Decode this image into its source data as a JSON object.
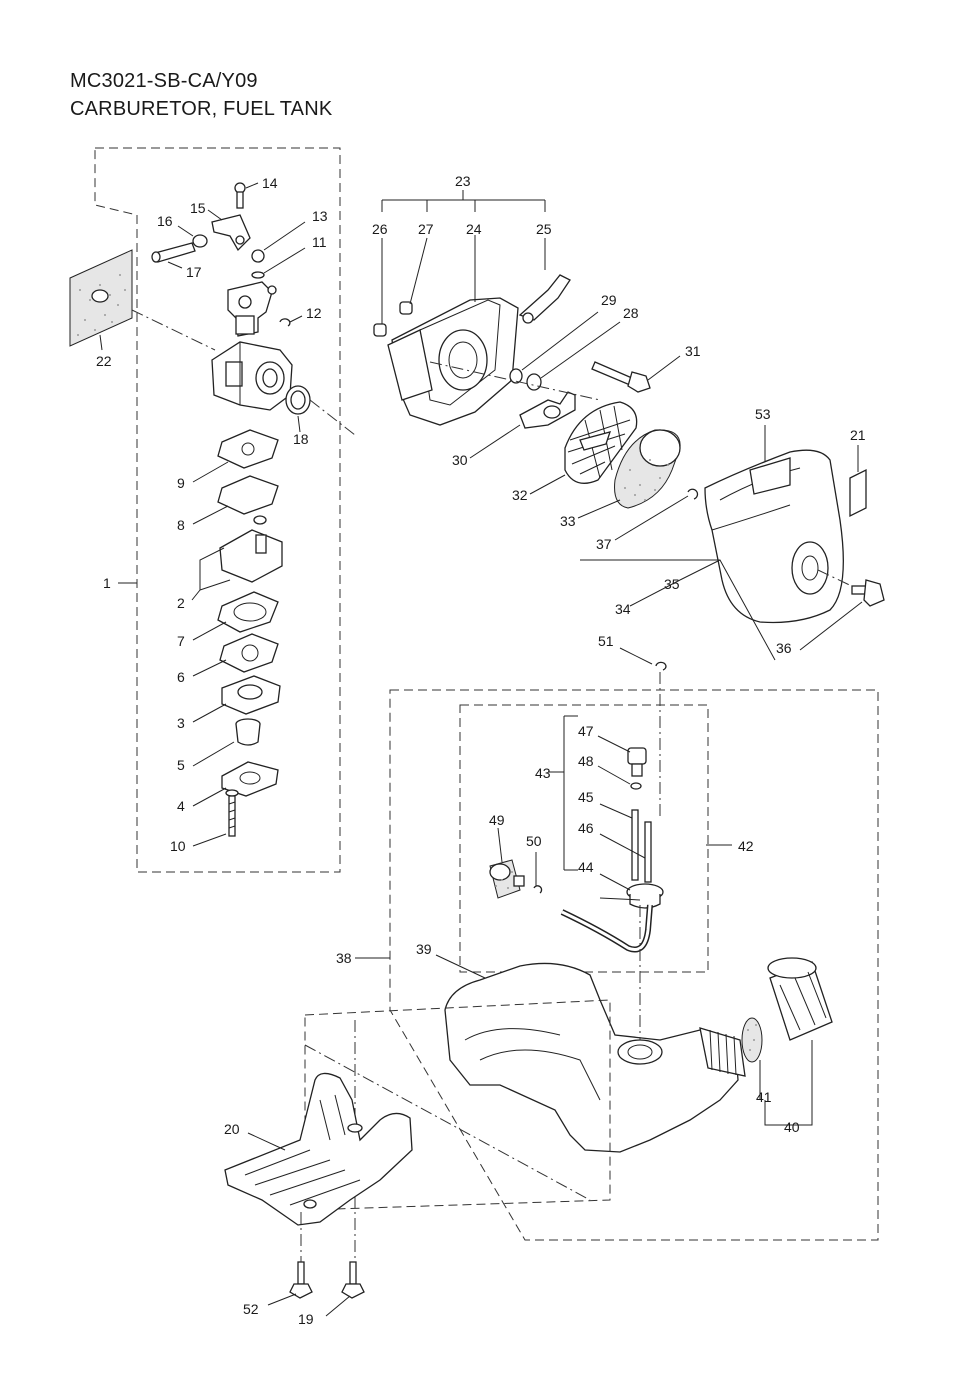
{
  "header": {
    "model": "MC3021-SB-CA/Y09",
    "section": "CARBURETOR, FUEL TANK"
  },
  "callouts": {
    "c1": "1",
    "c2": "2",
    "c3": "3",
    "c4": "4",
    "c5": "5",
    "c6": "6",
    "c7": "7",
    "c8": "8",
    "c9": "9",
    "c10": "10",
    "c11": "11",
    "c12": "12",
    "c13": "13",
    "c14": "14",
    "c15": "15",
    "c16": "16",
    "c17": "17",
    "c18": "18",
    "c19": "19",
    "c20": "20",
    "c21": "21",
    "c22": "22",
    "c23": "23",
    "c24": "24",
    "c25": "25",
    "c26": "26",
    "c27": "27",
    "c28": "28",
    "c29": "29",
    "c30": "30",
    "c31": "31",
    "c32": "32",
    "c33": "33",
    "c34": "34",
    "c35": "35",
    "c36": "36",
    "c37": "37",
    "c38": "38",
    "c39": "39",
    "c40": "40",
    "c41": "41",
    "c42": "42",
    "c43": "43",
    "c44": "44",
    "c45": "45",
    "c46": "46",
    "c47": "47",
    "c48": "48",
    "c49": "49",
    "c50": "50",
    "c51": "51",
    "c52": "52",
    "c53": "53"
  }
}
